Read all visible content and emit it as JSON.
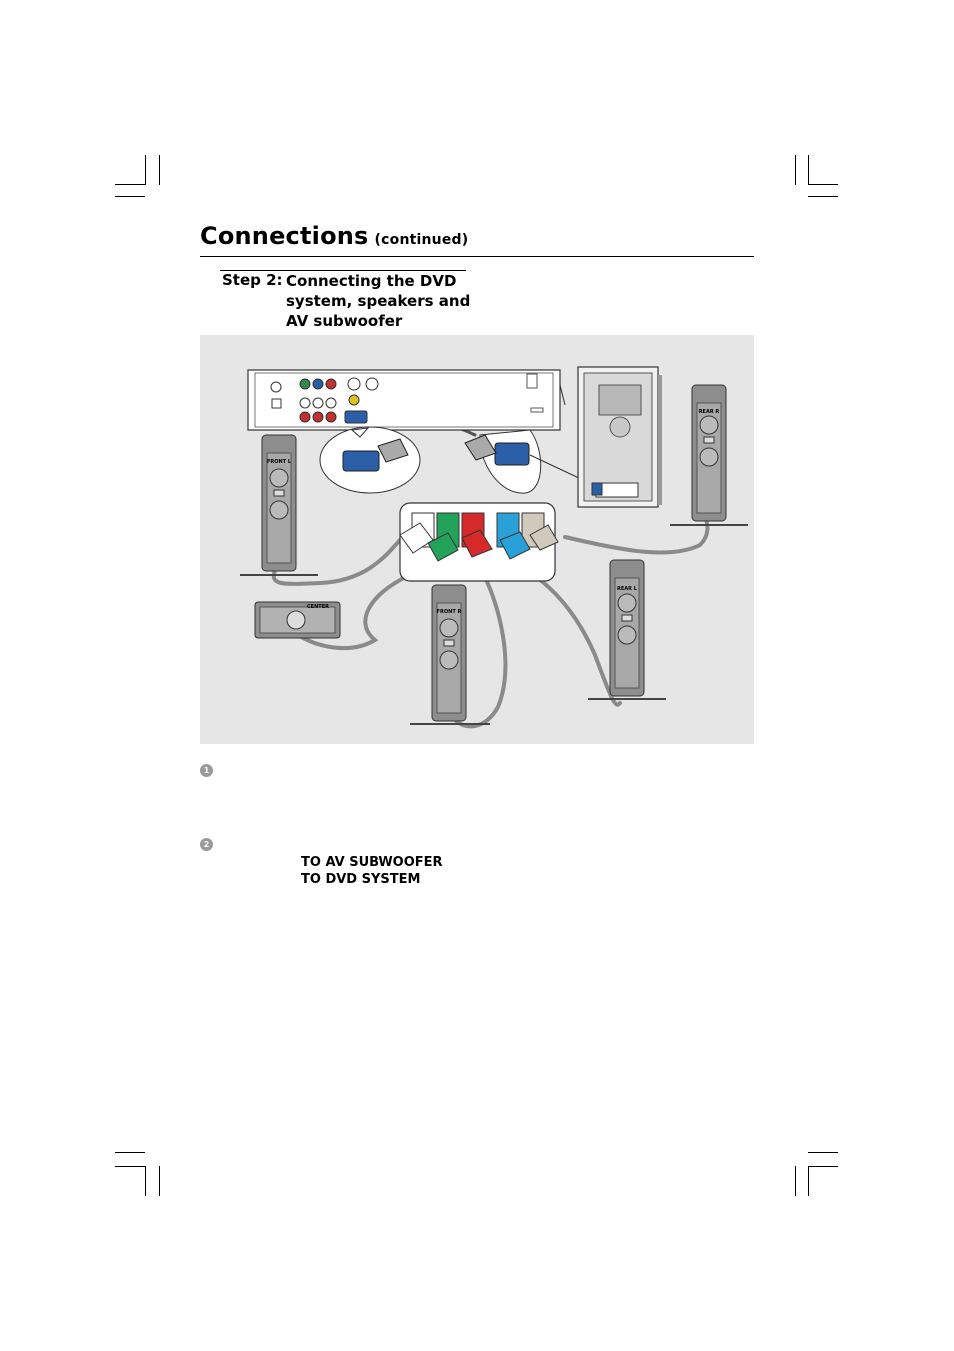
{
  "header": {
    "title": "Connections",
    "continued": "(continued)"
  },
  "step": {
    "label": "Step 2:",
    "heading_lines": [
      "Connecting the DVD",
      "system, speakers and",
      "AV subwoofer"
    ]
  },
  "diagram": {
    "speakers": {
      "front_left": "FRONT L",
      "front_right": "FRONT R",
      "rear_left": "REAR L",
      "rear_right": "REAR R",
      "center": "CENTER"
    }
  },
  "steps": [
    {
      "number": "1"
    },
    {
      "number": "2"
    }
  ],
  "labels": {
    "to_av_subwoofer": "TO AV SUBWOOFER",
    "to_dvd_system": "TO DVD SYSTEM"
  },
  "colors": {
    "diagram_bg": "#e6e6e6",
    "cable": "#8a8a8a",
    "connector_blue": "#2a5fa8",
    "front_left": "#ffffff",
    "front_right": "#d62a2a",
    "center": "#23a35a",
    "rear_left": "#2aa0d8",
    "rear_right": "#cfcabc"
  }
}
